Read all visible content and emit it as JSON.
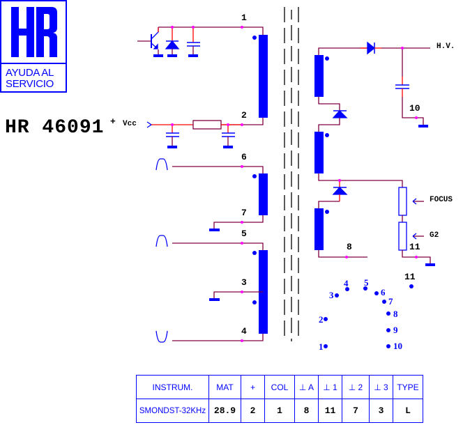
{
  "logo": {
    "mark": "HR",
    "subtitle_line1": "AYUDA AL",
    "subtitle_line2": "SERVICIO"
  },
  "model": "HR 46091",
  "supply": {
    "polarity": "+",
    "label": "Vcc"
  },
  "colors": {
    "accent": "#0000ff",
    "wire": "#800040",
    "wire_highlight": "#ff0000",
    "junction": "#ff00ff",
    "text": "#000000"
  },
  "primary_pins": [
    {
      "pin": "1",
      "role": "collector / damper diode / tuning cap"
    },
    {
      "pin": "2",
      "role": "Vcc via filter resistor"
    },
    {
      "pin": "6",
      "role": "pulse winding out"
    },
    {
      "pin": "7",
      "role": "ground"
    },
    {
      "pin": "5",
      "role": "pulse winding out"
    },
    {
      "pin": "3",
      "role": "ground (tap)"
    },
    {
      "pin": "4",
      "role": "negative pulse out"
    }
  ],
  "secondary": {
    "hv_label": "H.V.",
    "focus_label": "FOCUS",
    "g2_label": "G2",
    "pins": [
      "10",
      "8",
      "11"
    ]
  },
  "pin_layout": {
    "pins": [
      "1",
      "2",
      "3",
      "4",
      "5",
      "6",
      "7",
      "8",
      "9",
      "10",
      "11"
    ]
  },
  "spec_table": {
    "headers": [
      "INSTRUM.",
      "MAT",
      "+",
      "COL",
      "⊥ A",
      "⊥ 1",
      "⊥ 2",
      "⊥ 3",
      "TYPE"
    ],
    "row": [
      "SMONDST-32KHz",
      "28.9",
      "2",
      "1",
      "8",
      "11",
      "7",
      "3",
      "L"
    ]
  }
}
